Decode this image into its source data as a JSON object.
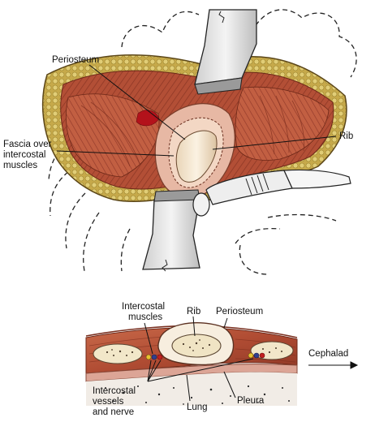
{
  "upper_figure": {
    "labels": {
      "periosteum": "Periosteum",
      "fascia_line1": "Fascia over",
      "fascia_line2": "intercostal",
      "fascia_line3": "muscles",
      "rib": "Rib"
    }
  },
  "lower_figure": {
    "labels": {
      "intercostal_muscles_line1": "Intercostal",
      "intercostal_muscles_line2": "muscles",
      "rib": "Rib",
      "periosteum": "Periosteum",
      "cephalad": "Cephalad",
      "vessels_line1": "Intercostal",
      "vessels_line2": "vessels",
      "vessels_line3": "and nerve",
      "lung": "Lung",
      "pleura": "Pleura"
    }
  },
  "colors": {
    "muscle": "#b5553a",
    "muscle_dark": "#8a3524",
    "muscle_light": "#d88a6a",
    "fat": "#c9b04a",
    "fat_light": "#e4d27a",
    "bone": "#f0e6c8",
    "retractor": "#e8e8e8",
    "pleura": "#d8a090",
    "lung": "#c99a8a"
  }
}
